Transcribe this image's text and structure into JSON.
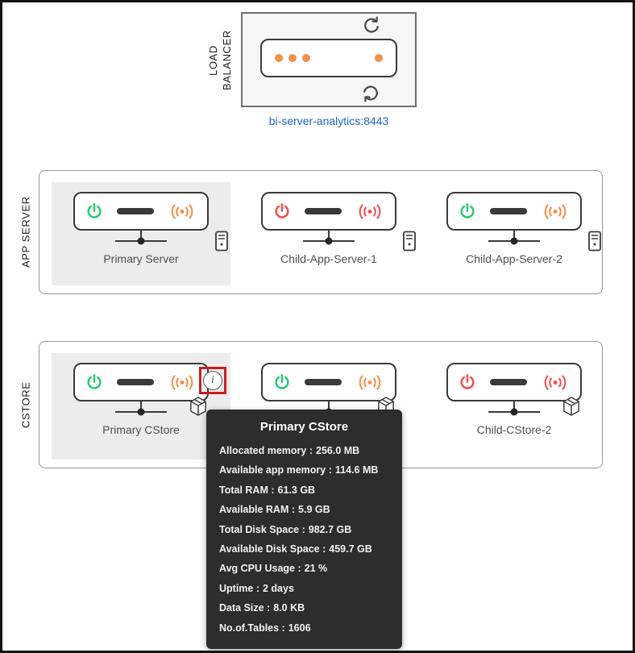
{
  "load_balancer": {
    "label": "LOAD BALANCER",
    "link": "bi-server-analytics:8443"
  },
  "sections": [
    {
      "label": "APP SERVER",
      "servers": [
        {
          "name": "Primary Server",
          "power": "green",
          "signal": "orange"
        },
        {
          "name": "Child-App-Server-1",
          "power": "red",
          "signal": "red"
        },
        {
          "name": "Child-App-Server-2",
          "power": "green",
          "signal": "orange"
        }
      ]
    },
    {
      "label": "CSTORE",
      "servers": [
        {
          "name": "Primary CStore",
          "power": "green",
          "signal": "orange"
        },
        {
          "name": "",
          "power": "green",
          "signal": "orange"
        },
        {
          "name": "Child-CStore-2",
          "power": "red",
          "signal": "red"
        }
      ]
    }
  ],
  "info_icon_glyph": "i",
  "tooltip": {
    "title": "Primary CStore",
    "rows": [
      {
        "label": "Allocated memory :",
        "value": "256.0 MB"
      },
      {
        "label": "Available app memory :",
        "value": "114.6 MB"
      },
      {
        "label": "Total RAM :",
        "value": "61.3 GB"
      },
      {
        "label": "Available RAM :",
        "value": "5.9 GB"
      },
      {
        "label": "Total Disk Space :",
        "value": "982.7 GB"
      },
      {
        "label": "Available Disk Space :",
        "value": "459.7 GB"
      },
      {
        "label": "Avg CPU Usage :",
        "value": "21 %"
      },
      {
        "label": "Uptime :",
        "value": "2 days"
      },
      {
        "label": "Data Size :",
        "value": "8.0 KB"
      },
      {
        "label": "No.of.Tables :",
        "value": "1606"
      }
    ]
  },
  "colors": {
    "power_green": "#2ecc71",
    "status_red": "#f05151",
    "signal_orange": "#f0924b",
    "link_blue": "#1b66c9",
    "tooltip_bg": "#2d2d2d",
    "highlight_red": "#c81f1f",
    "selected_card_bg": "#ececec"
  }
}
